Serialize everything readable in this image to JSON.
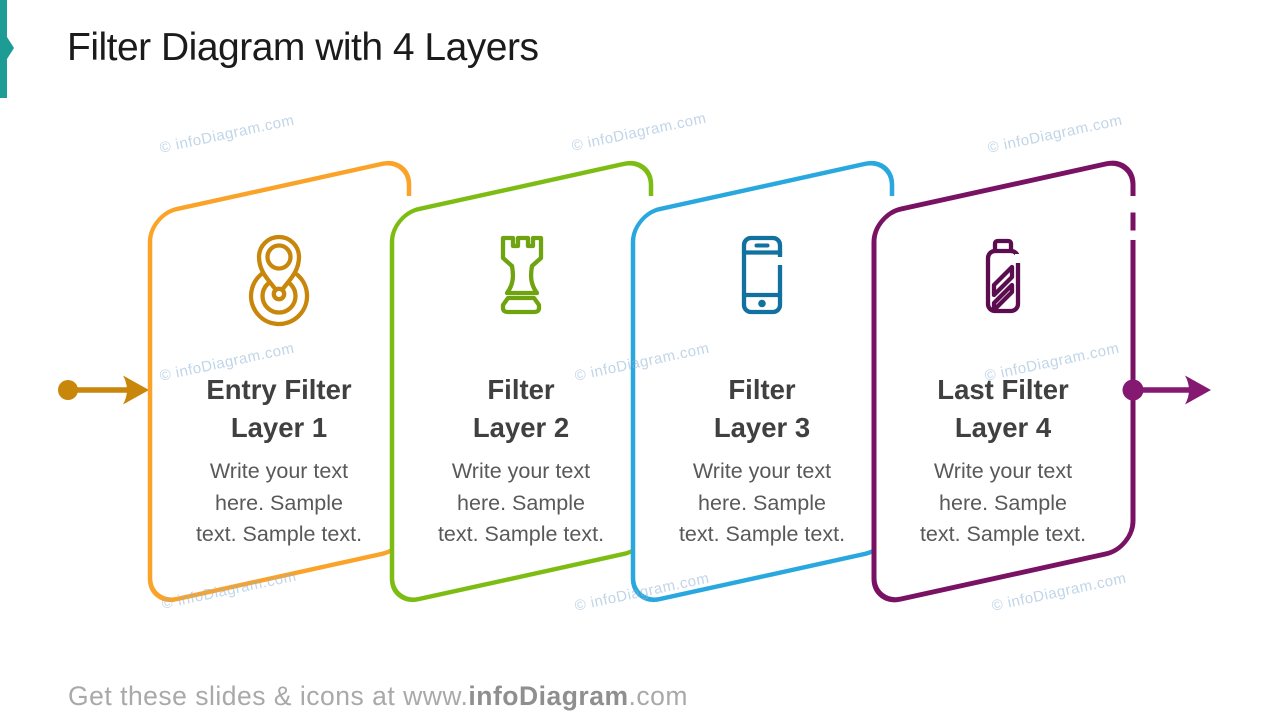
{
  "slide": {
    "title": "Filter Diagram with 4 Layers",
    "accent_color": "#1D9C95"
  },
  "watermark": {
    "text": "© infoDiagram.com"
  },
  "footer": {
    "prefix": "Get these slides & icons at www.",
    "brand": "infoDiagram",
    "suffix": ".com"
  },
  "entry_arrow": {
    "color": "#C8860B"
  },
  "exit_arrow": {
    "color": "#851870"
  },
  "cards": [
    {
      "title_lines": [
        "Entry Filter",
        "Layer 1"
      ],
      "body_lines": [
        "Write your text",
        "here. Sample",
        "text. Sample text."
      ],
      "border_color": "#FBA328",
      "icon_color": "#C8860B",
      "icon": "location-pin-radar"
    },
    {
      "title_lines": [
        "Filter",
        "Layer 2"
      ],
      "body_lines": [
        "Write your text",
        "here. Sample",
        "text. Sample text."
      ],
      "border_color": "#7DBD13",
      "icon_color": "#6FA30F",
      "icon": "chess-rook"
    },
    {
      "title_lines": [
        "Filter",
        "Layer 3"
      ],
      "body_lines": [
        "Write your text",
        "here. Sample",
        "text. Sample text."
      ],
      "border_color": "#29A8DF",
      "icon_color": "#11719F",
      "icon": "smartphone"
    },
    {
      "title_lines": [
        "Last Filter",
        "Layer 4"
      ],
      "body_lines": [
        "Write your text",
        "here. Sample",
        "text. Sample text."
      ],
      "border_color": "#7A1264",
      "icon_color": "#5C0D50",
      "icon": "battery"
    }
  ]
}
